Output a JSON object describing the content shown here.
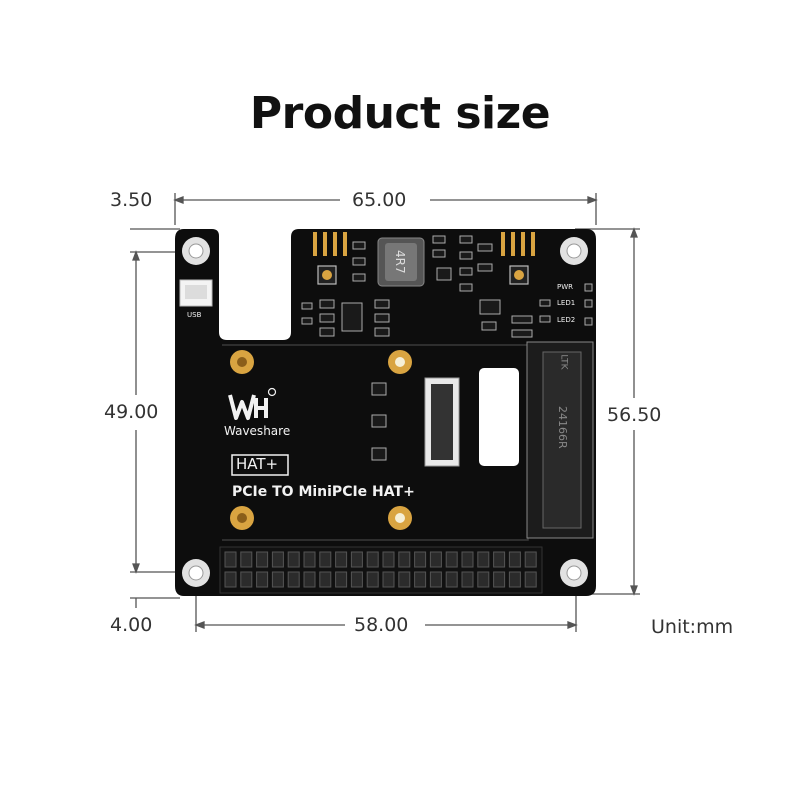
{
  "title": "Product size",
  "dimensions": {
    "top_width": "65.00",
    "top_left_offset": "3.50",
    "left_height": "49.00",
    "right_height": "56.50",
    "bottom_width": "58.00",
    "bottom_left_offset": "4.00"
  },
  "unit": "Unit:mm",
  "board": {
    "brand": "Waveshare",
    "badge": "HAT+",
    "product_name": "PCIe TO MiniPCIe HAT+",
    "usb_label": "USB",
    "led_labels": [
      "PWR",
      "LED1",
      "LED2"
    ],
    "inductor_marking": "4R7",
    "slot_marking": "24166R",
    "slot_marking_top": "LTK"
  },
  "colors": {
    "board": "#0d0d0d",
    "gold": "#d9a441",
    "silkscreen": "#f2f2f2"
  }
}
